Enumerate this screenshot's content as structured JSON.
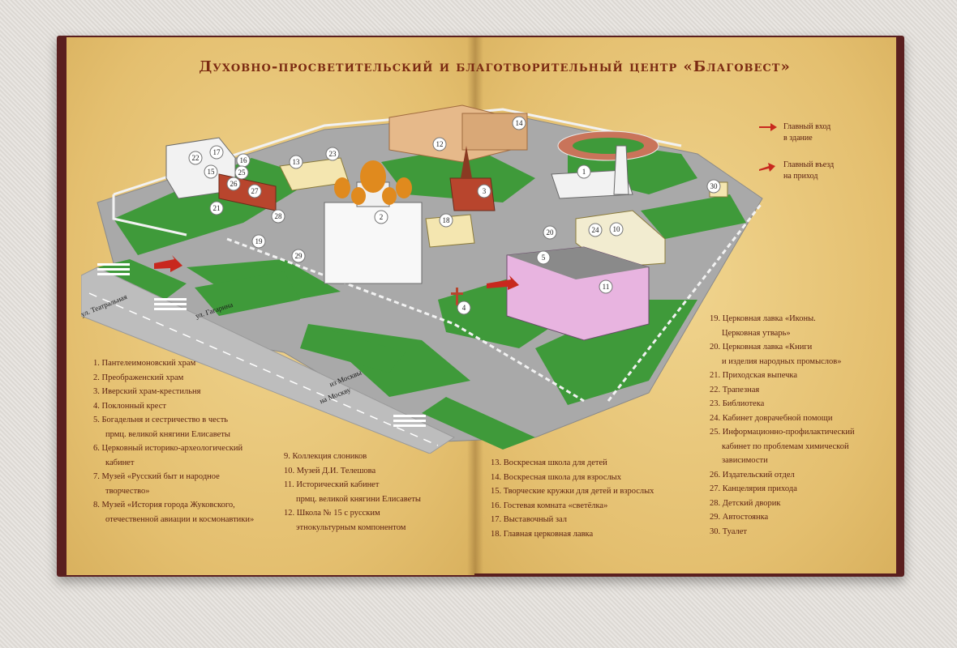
{
  "title": "Духовно-просветительский и благотворительный центр «Благовест»",
  "key": [
    {
      "label": "Главный вход",
      "label2": "в здание"
    },
    {
      "label": "Главный въезд",
      "label2": "на приход"
    }
  ],
  "streets": {
    "teatralnaya": "ул. Театральная",
    "gagarina": "ул. Гагарина",
    "from_moscow": "из Москвы",
    "to_moscow": "на Москву"
  },
  "building_numbers": [
    "1",
    "2",
    "3",
    "4",
    "5",
    "10",
    "11",
    "12",
    "13",
    "14",
    "15",
    "16",
    "17",
    "18",
    "19",
    "20",
    "21",
    "22",
    "23",
    "24",
    "25",
    "26",
    "27",
    "28",
    "29",
    "30"
  ],
  "legend_col1": [
    {
      "text": "1. Пантелеимоновский храм"
    },
    {
      "text": "2. Преображенский храм"
    },
    {
      "text": "3. Иверский храм-крестильня"
    },
    {
      "text": "4. Поклонный крест"
    },
    {
      "text": "5. Богадельня и сестричество в честь",
      "sub": "прмц. великой княгини Елисаветы"
    },
    {
      "text": "6. Церковный историко-археологический",
      "sub": "кабинет"
    },
    {
      "text": "7. Музей «Русский быт и народное",
      "sub": "творчество»"
    },
    {
      "text": "8. Музей «История города Жуковского,",
      "sub": "отечественной авиации и космонавтики»"
    }
  ],
  "legend_col2": [
    {
      "text": "9. Коллекция слоников"
    },
    {
      "text": "10. Музей Д.И. Телешова"
    },
    {
      "text": "11. Исторический кабинет",
      "sub": "прмц. великой княгини Елисаветы"
    },
    {
      "text": "12. Школа № 15 с русским",
      "sub": "этнокультурным компонентом"
    }
  ],
  "legend_col3": [
    {
      "text": "13. Воскресная школа для детей"
    },
    {
      "text": "14. Воскресная школа для взрослых"
    },
    {
      "text": "15. Творческие кружки для детей и взрослых"
    },
    {
      "text": "16. Гостевая комната «светёлка»"
    },
    {
      "text": "17. Выставочный зал"
    },
    {
      "text": "18. Главная церковная лавка"
    }
  ],
  "legend_col4": [
    {
      "text": "19. Церковная лавка «Иконы.",
      "sub": "Церковная утварь»"
    },
    {
      "text": "20. Церковная лавка «Книги",
      "sub": "и изделия народных промыслов»"
    },
    {
      "text": "21. Приходская выпечка"
    },
    {
      "text": "22. Трапезная"
    },
    {
      "text": "23. Библиотека"
    },
    {
      "text": "24. Кабинет доврачебной помощи"
    },
    {
      "text": "25. Информационно-профилактический",
      "sub": "кабинет по проблемам химической"
    },
    {
      "text": "",
      "sub": "зависимости"
    },
    {
      "text": "26. Издательский отдел"
    },
    {
      "text": "27. Канцелярия прихода"
    },
    {
      "text": "28. Детский дворик"
    },
    {
      "text": "29. Автостоянка"
    },
    {
      "text": "30. Туалет"
    }
  ],
  "colors": {
    "page": "#e8c77c",
    "text": "#5a1e10",
    "grass": "#3f9a3a",
    "road": "#b9b9b9",
    "arrow": "#c8281e"
  }
}
